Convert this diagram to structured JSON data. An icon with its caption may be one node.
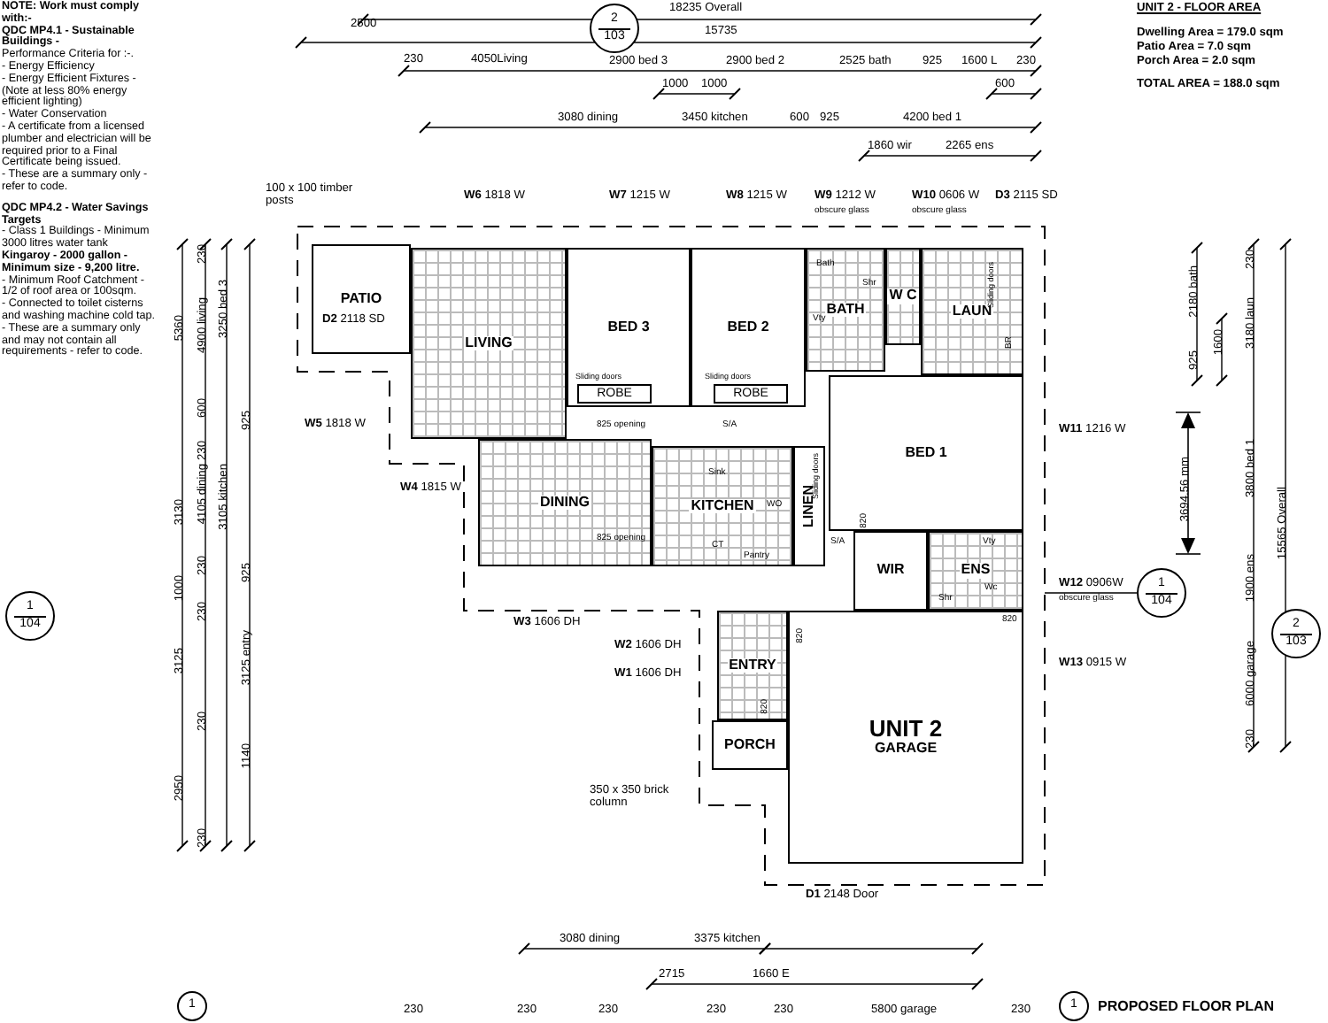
{
  "diagram": {
    "title": "PROPOSED FLOOR PLAN",
    "nodes": [
      {
        "text": [
          "2",
          "103"
        ]
      },
      {
        "text": [
          "PATIO"
        ]
      },
      {
        "text": [
          "LIVING"
        ]
      },
      {
        "text": [
          "BED 3"
        ]
      },
      {
        "text": [
          "ROBE"
        ],
        "in": 3
      },
      {
        "text": [
          "BED 2"
        ]
      },
      {
        "text": [
          "ROBE"
        ],
        "in": 5
      },
      {
        "text": [
          "BATH"
        ]
      },
      {
        "text": [
          "W C"
        ]
      },
      {
        "text": [
          "LAUN"
        ]
      },
      {
        "text": [
          "BED 1"
        ]
      },
      {
        "text": [
          "DINING"
        ]
      },
      {
        "text": [
          "KITCHEN"
        ]
      },
      {
        "text": [
          "LINEN"
        ]
      },
      {
        "text": [
          "1",
          "104"
        ]
      },
      {
        "text": [
          "WIR"
        ]
      },
      {
        "text": [
          "ENS"
        ]
      },
      {
        "text": [
          "1",
          "104"
        ]
      },
      {
        "text": [
          "2",
          "103"
        ]
      },
      {
        "text": [
          "ENTRY"
        ]
      },
      {
        "text": [
          "UNIT 2",
          "GARAGE"
        ]
      },
      {
        "text": [
          "PORCH"
        ]
      },
      {
        "text": [
          "1"
        ]
      },
      {
        "text": [
          "1"
        ]
      }
    ],
    "labels": [
      "NOTE: Work must comply with:-",
      "QDC MP4.1 - Sustainable Buildings -",
      "Performance Criteria for :-.",
      "- Energy Efficiency",
      "- Energy Efficient Fixtures - (Note at less 80% energy efficient lighting)",
      "- Water Conservation",
      "- A certificate from a licensed plumber and electrician will be required prior to a Final Certificate being issued.",
      "- These are a summary only - refer to code.",
      "QDC MP4.2 - Water Savings Targets",
      "- Class 1 Buildings - Minimum 3000 litres water tank",
      "Kingaroy - 2000 gallon - Minimum size - 9,200 litre.",
      "- Minimum Roof Catchment - 1/2 of roof area or 100sqm.",
      "- Connected to toilet cisterns and washing machine cold tap.",
      "- These are a summary only and may not contain all requirements - refer to code.",
      "18235 Overall",
      "2500",
      "15735",
      "230",
      "4050Living",
      "2900 bed 3",
      "2900 bed 2",
      "2525 bath",
      "925",
      "1600 L",
      "230",
      "1000",
      "1000",
      "600",
      "3080 dining",
      "3450 kitchen",
      "600",
      "925",
      "4200 bed 1",
      "1860 wir",
      "2265 ens",
      "**W6** 1818 W",
      "**W7** 1215 W",
      "**W8** 1215 W",
      "**W9** 1212 W",
      "obscure glass",
      "**W10** 0606 W",
      "obscure glass",
      "**D3** 2115 SD",
      "UNIT 2 - FLOOR AREA",
      "Dwelling Area = 179.0 sqm",
      "Patio Area = 7.0 sqm",
      "Porch Area = 2.0 sqm",
      "TOTAL AREA = 188.0 sqm",
      "100 x 100 timber posts",
      "**D2** 2118 SD",
      "**W5** 1818 W",
      "**W4** 1815 W",
      "**W3** 1606 DH",
      "**W2** 1606 DH",
      "**W1** 1606 DH",
      "350 x 350 brick column",
      "**D1** 2148 Door",
      "**W11** 1216 W",
      "**W12** 0906W",
      "obscure glass",
      "**W13** 0915 W",
      "230",
      "2180 bath",
      "1600",
      "3180 laun",
      "925",
      "3694.56 mm",
      "3800 bed 1",
      "15565 Overall",
      "1900 ens",
      "6000 garage",
      "230",
      "230",
      "5360",
      "4900 living",
      "3250 bed 3",
      "600",
      "925",
      "230",
      "3130",
      "4105 dining",
      "3105 kitchen",
      "230",
      "1000",
      "925",
      "230",
      "3125",
      "3125 entry",
      "230",
      "1140",
      "2950",
      "230",
      "3080 dining",
      "3375 kitchen",
      "2715",
      "1660 E",
      "230",
      "230",
      "230",
      "230",
      "230",
      "5800 garage",
      "230",
      "Bath",
      "Shr",
      "Vty",
      "BR",
      "Sliding doors",
      "Sliding doors",
      "Sliding doors",
      "825 opening",
      "S/A",
      "Sink",
      "WO",
      "825 opening",
      "S/A",
      "CT",
      "Pantry",
      "Sliding doors",
      "Vty",
      "Shr",
      "Wc",
      "820",
      "820",
      "820",
      "820"
    ]
  }
}
